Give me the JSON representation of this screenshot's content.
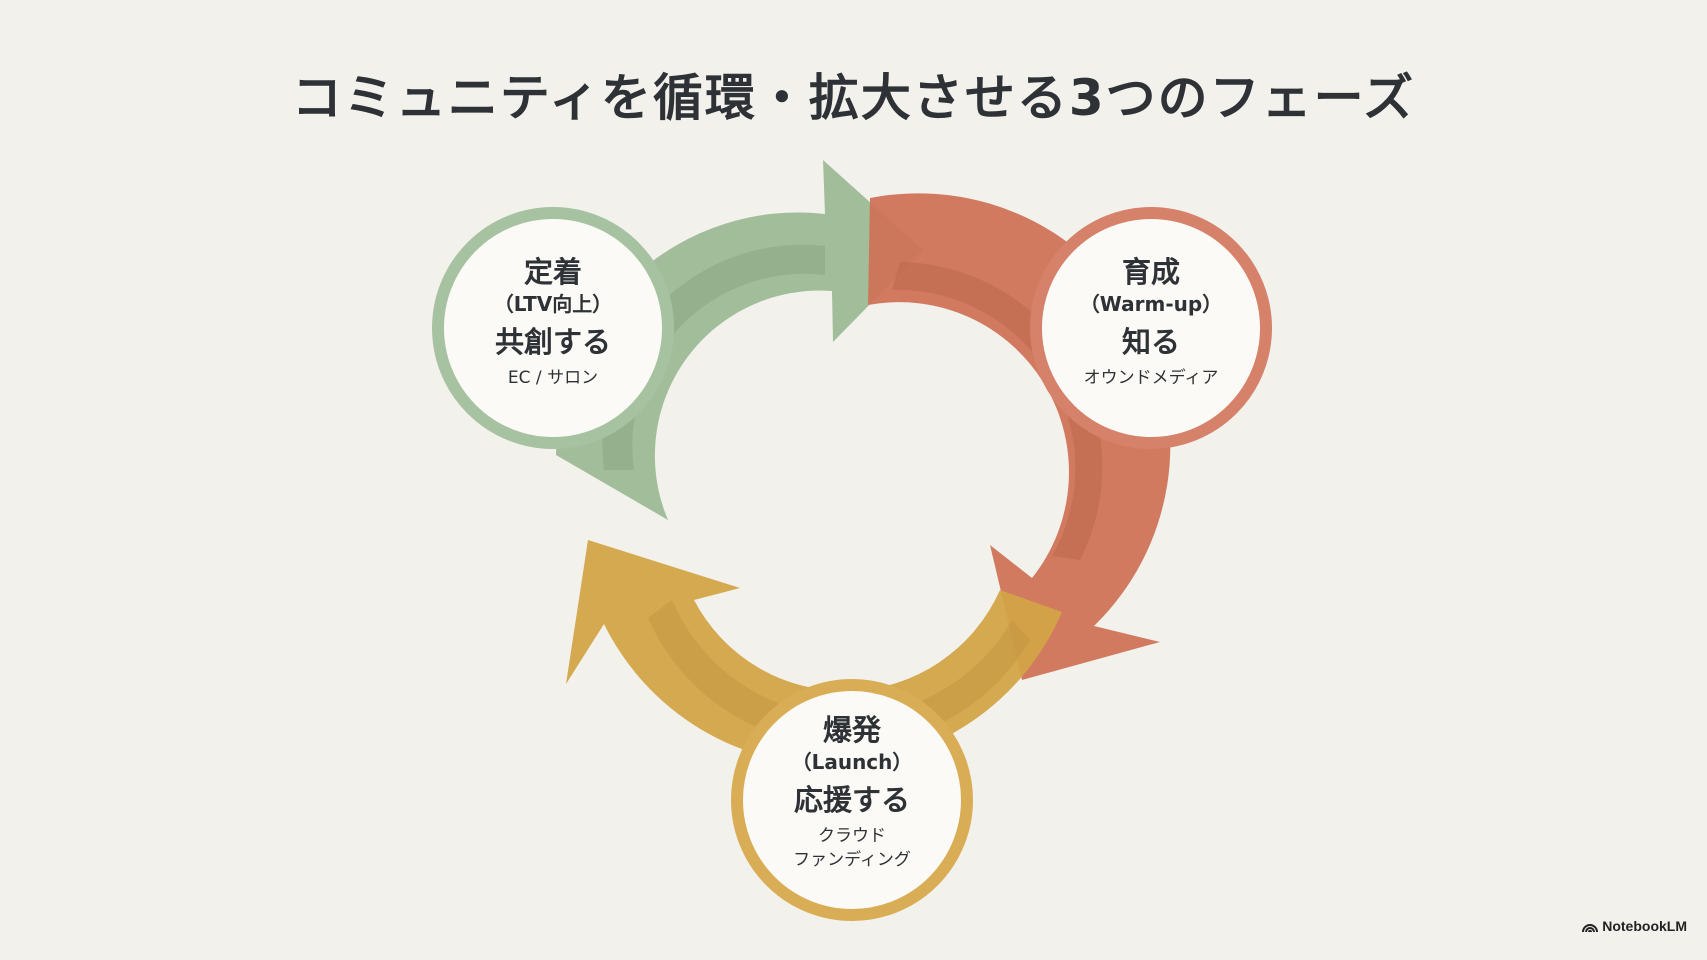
{
  "title": "コミュニティを循環・拡大させる3つのフェーズ",
  "phases": [
    {
      "id": "retention",
      "name": "定着",
      "sub": "（LTV向上）",
      "action": "共創する",
      "media": "EC / サロン",
      "color": "#8fae8a",
      "ring": "#a7c2a1"
    },
    {
      "id": "warmup",
      "name": "育成",
      "sub": "（Warm-up）",
      "action": "知る",
      "media": "オウンドメディア",
      "color": "#cf7357",
      "ring": "#d6826a"
    },
    {
      "id": "launch",
      "name": "爆発",
      "sub": "（Launch）",
      "action": "応援する",
      "media_lines": [
        "クラウド",
        "ファンディング"
      ],
      "color": "#d3a447",
      "ring": "#d9ad55"
    }
  ],
  "brand": {
    "logo_text": "NotebookLM",
    "icon": "notebooklm-icon"
  }
}
